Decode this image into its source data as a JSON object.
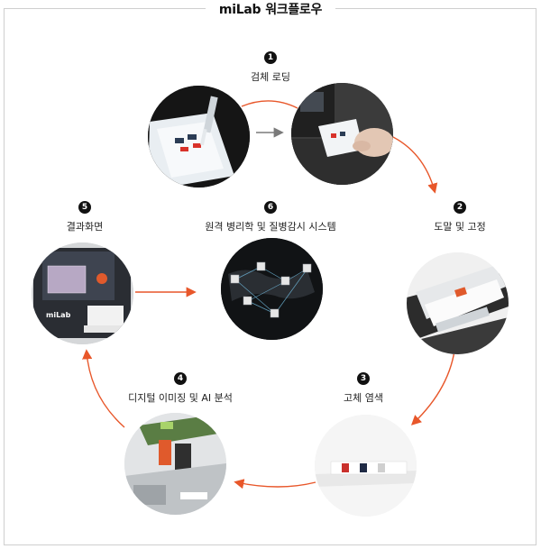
{
  "title": {
    "brand": "miLab",
    "suffix": "워크플로우"
  },
  "steps": [
    {
      "number": "1",
      "label": "검체 로딩"
    },
    {
      "number": "2",
      "label": "도말 및 고정"
    },
    {
      "number": "3",
      "label": "고체 염색"
    },
    {
      "number": "4",
      "label": "디지털 이미징 및 AI 분석"
    },
    {
      "number": "5",
      "label": "결과화면"
    },
    {
      "number": "6",
      "label": "원격 병리학 및 질병감시 시스템"
    }
  ],
  "device": {
    "brand_mark": "miLab"
  },
  "colors": {
    "arrow": "#e8572a",
    "gray_arrow": "#7a7a7a",
    "frame": "#cfcfcf"
  }
}
